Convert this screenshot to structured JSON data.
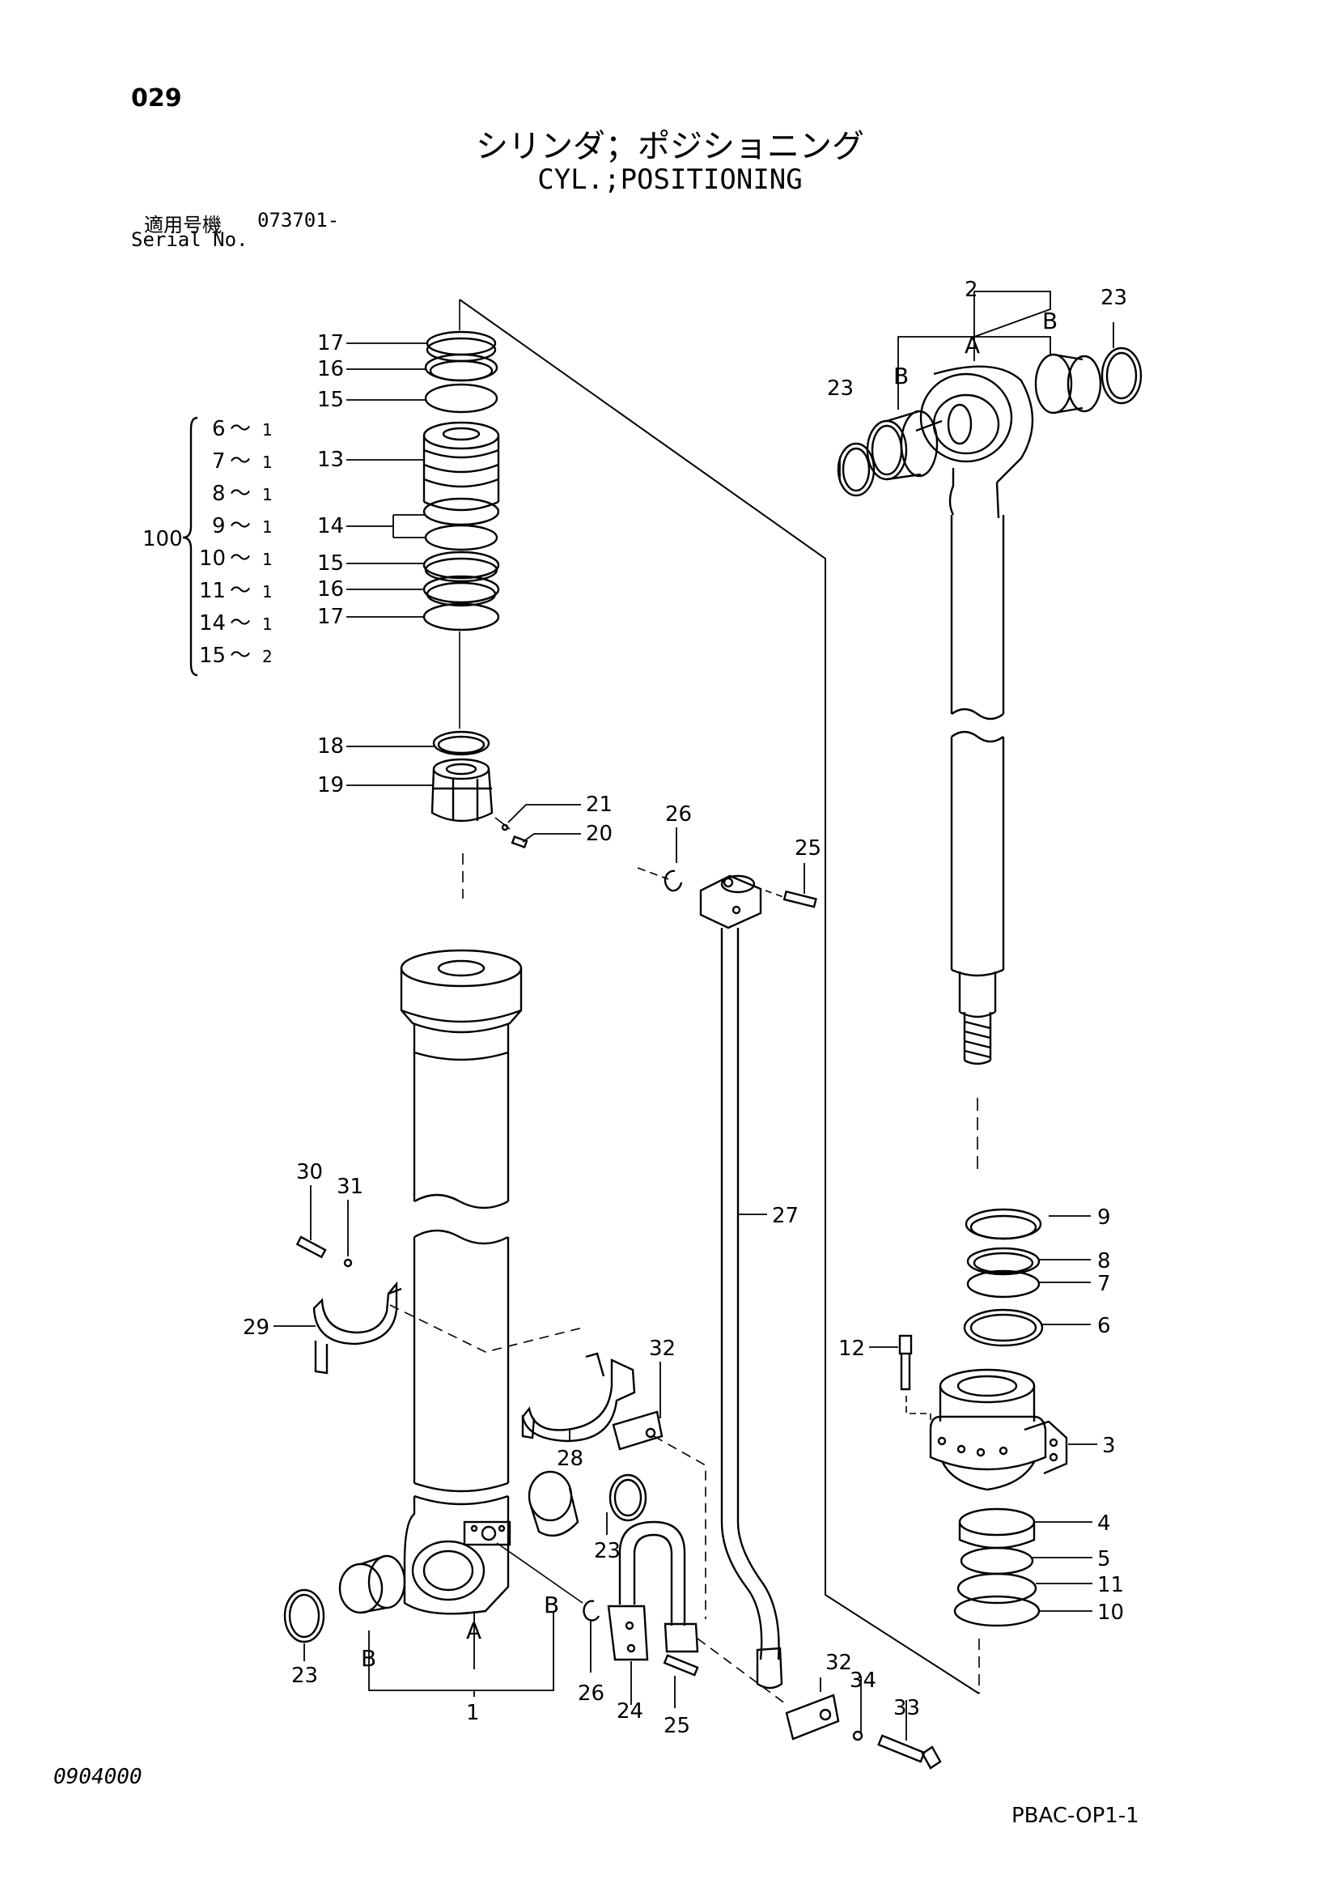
{
  "header": {
    "page_number": "029",
    "title_jp": "シリンダ；ポジショニング",
    "title_en": "CYL.;POSITIONING",
    "serial_label_jp": "適用号機",
    "serial_value": "073701-",
    "serial_label_en": "Serial No."
  },
  "footer": {
    "doc_code": "0904000",
    "drawing_code": "PBAC-OP1-1"
  },
  "kit": {
    "number": "100",
    "items": [
      {
        "part": "6",
        "sep": "～",
        "qty": "1"
      },
      {
        "part": "7",
        "sep": "～",
        "qty": "1"
      },
      {
        "part": "8",
        "sep": "～",
        "qty": "1"
      },
      {
        "part": "9",
        "sep": "～",
        "qty": "1"
      },
      {
        "part": "10",
        "sep": "～",
        "qty": "1"
      },
      {
        "part": "11",
        "sep": "～",
        "qty": "1"
      },
      {
        "part": "14",
        "sep": "～",
        "qty": "1"
      },
      {
        "part": "15",
        "sep": "～",
        "qty": "2"
      }
    ]
  },
  "callouts": {
    "p1": "1",
    "p2": "2",
    "p3": "3",
    "p4": "4",
    "p5": "5",
    "p6": "6",
    "p7": "7",
    "p8": "8",
    "p9": "9",
    "p10": "10",
    "p11": "11",
    "p12": "12",
    "p13": "13",
    "p14": "14",
    "p15a": "15",
    "p15b": "15",
    "p16a": "16",
    "p16b": "16",
    "p17a": "17",
    "p17b": "17",
    "p18": "18",
    "p19": "19",
    "p20": "20",
    "p21": "21",
    "p23a": "23",
    "p23b": "23",
    "p23c": "23",
    "p23d": "23",
    "p24": "24",
    "p25a": "25",
    "p25b": "25",
    "p26a": "26",
    "p26b": "26",
    "p27": "27",
    "p28": "28",
    "p29": "29",
    "p30": "30",
    "p31": "31",
    "p32a": "32",
    "p32b": "32",
    "p33": "33",
    "p34": "34",
    "a1": "A",
    "a2": "A",
    "b1": "B",
    "b2": "B",
    "b3": "B",
    "b4": "B"
  }
}
